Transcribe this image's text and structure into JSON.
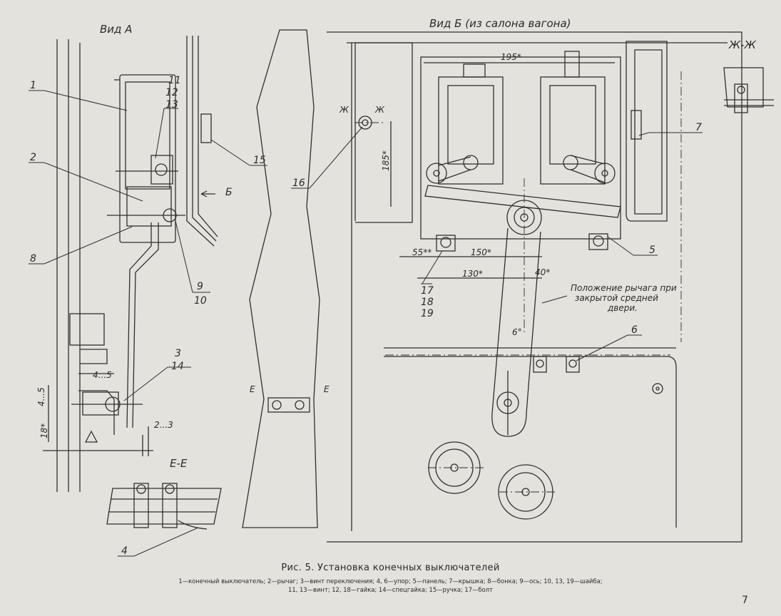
{
  "views": {
    "view_a": "Вид А",
    "view_b": "Вид Б (из салона вагона)",
    "section_zh": "Ж-Ж",
    "section_e": "Е-Е"
  },
  "callouts": {
    "c1": "1",
    "c2": "2",
    "c3": "3",
    "c4": "4",
    "c5": "5",
    "c6": "6",
    "c7": "7",
    "c8": "8",
    "c9": "9",
    "c10": "10",
    "c11": "11",
    "c12": "12",
    "c13": "13",
    "c14": "14",
    "c15": "15",
    "c16": "16",
    "c17": "17",
    "c18": "18",
    "c19": "19"
  },
  "arrow_b": "Б",
  "section_marks": {
    "zh": "Ж",
    "e": "Е"
  },
  "dimensions": {
    "d195": "195*",
    "d185": "185*",
    "d55": "55**",
    "d150": "150*",
    "d130": "130*",
    "d40": "40*",
    "d6deg": "6°",
    "d45": "4...5",
    "d23": "2...3",
    "d18": "18*"
  },
  "lever_note": [
    "Положение рычага при",
    "закрытой средней",
    "двери."
  ],
  "caption": {
    "title": "Рис. 5. Установка конечных выключателей",
    "line1": "1—конечный выключатель; 2—рычаг; 3—винт переключения; 4, 6—упор; 5—панель; 7—крышка; 8—бонка; 9—ось; 10, 13, 19—шайба;",
    "line2": "11, 13—винт; 12, 18—гайка; 14—спецгайка; 15—ручка; 17—болт"
  },
  "page_number": "7",
  "colors": {
    "paper": "#e4e2dd",
    "ink": "#2b2b2b"
  }
}
